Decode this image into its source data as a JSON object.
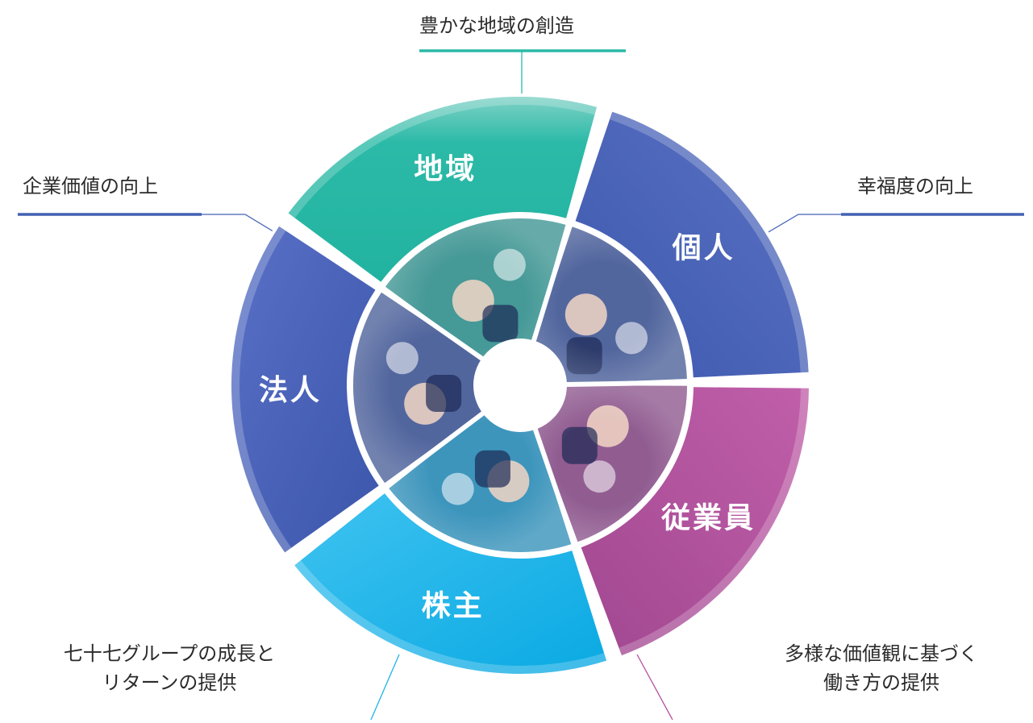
{
  "stakeholders": [
    {
      "id": "region",
      "label": "地域",
      "value_lines": [
        "豊かな地域の創造"
      ],
      "color": "#2bbaa7",
      "photo_subject": "festival-streamers"
    },
    {
      "id": "individual",
      "label": "個人",
      "value_lines": [
        "幸福度の向上"
      ],
      "color": "#4360b4",
      "photo_subject": "customers-consultation"
    },
    {
      "id": "employee",
      "label": "従業員",
      "value_lines": [
        "多様な価値観に基づく",
        "働き方の提供"
      ],
      "color": "#b44f9c",
      "photo_subject": "employee-at-work"
    },
    {
      "id": "shareholder",
      "label": "株主",
      "value_lines": [
        "七十七グループの成長と",
        "リターンの提供"
      ],
      "color": "#1eb4e8",
      "photo_subject": "businessman-thinking"
    },
    {
      "id": "corporate",
      "label": "法人",
      "value_lines": [
        "企業価値の向上"
      ],
      "color": "#4360b4",
      "photo_subject": "business-handshake"
    }
  ]
}
